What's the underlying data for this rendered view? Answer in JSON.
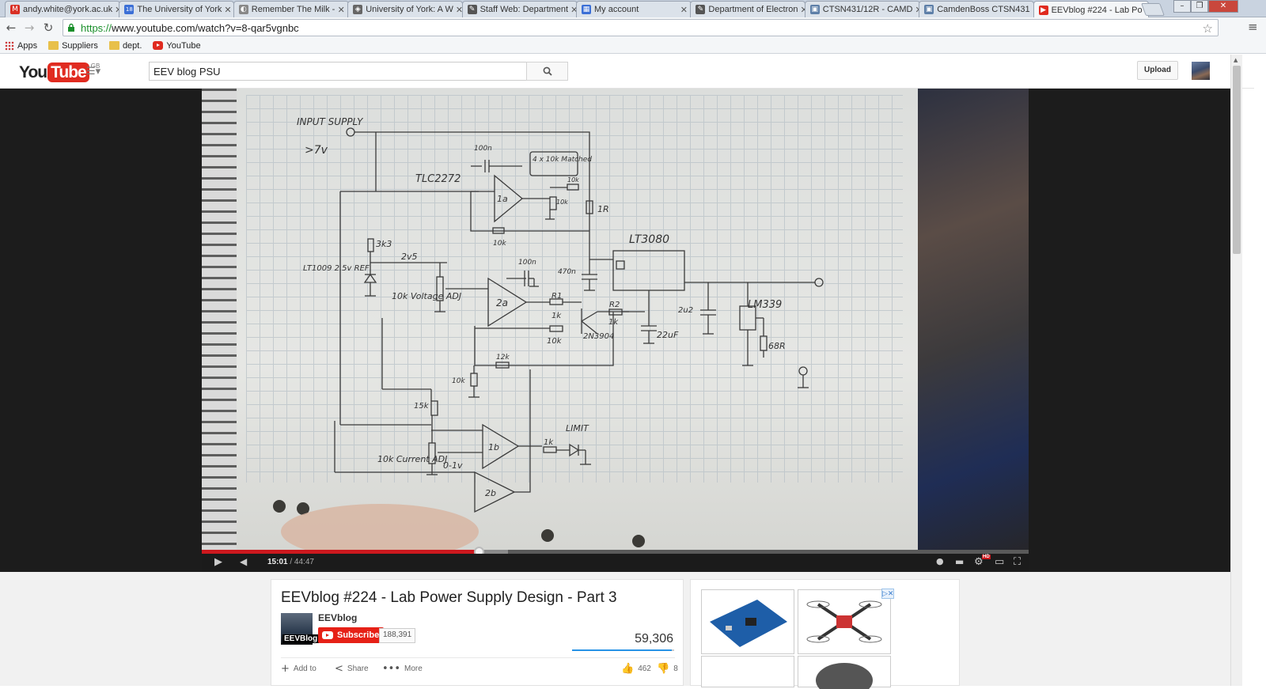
{
  "browser": {
    "tabs": [
      {
        "title": "andy.white@york.ac.uk",
        "icon": "gmail-icon",
        "color": "#d93025"
      },
      {
        "title": "The University of York",
        "icon": "calendar-icon",
        "color": "#3b6fd6"
      },
      {
        "title": "Remember The Milk -",
        "icon": "cow-icon",
        "color": "#888888"
      },
      {
        "title": "University of York: A W",
        "icon": "shield-icon",
        "color": "#666666"
      },
      {
        "title": "Staff Web: Department",
        "icon": "pen-icon",
        "color": "#555555"
      },
      {
        "title": "My account",
        "icon": "grid-icon",
        "color": "#3b6fd6"
      },
      {
        "title": "Department of Electron",
        "icon": "pen-icon",
        "color": "#555555"
      },
      {
        "title": "CTSN431/12R - CAMD",
        "icon": "box-icon",
        "color": "#5d7fa8"
      },
      {
        "title": "CamdenBoss CTSN431",
        "icon": "box-icon",
        "color": "#5d7fa8"
      },
      {
        "title": "EEVblog #224 - Lab Po",
        "icon": "youtube-icon",
        "color": "#e02b20"
      }
    ],
    "active_tab_index": 9,
    "url_scheme": "https://",
    "url_rest": "www.youtube.com/watch?v=8-qar5vgnbc",
    "bookmarks": [
      {
        "label": "Apps",
        "icon": "apps-icon"
      },
      {
        "label": "Suppliers",
        "icon": "folder-icon"
      },
      {
        "label": "dept.",
        "icon": "folder-icon"
      },
      {
        "label": "YouTube",
        "icon": "youtube-icon"
      }
    ]
  },
  "youtube": {
    "logo_you": "You",
    "logo_tube": "Tube",
    "logo_region": "GB",
    "search_value": "EEV blog PSU",
    "upload_label": "Upload"
  },
  "player": {
    "current_time": "15:01",
    "duration": "44:47",
    "played_fraction": 0.335,
    "buffered_fraction": 0.37,
    "hd_badge": "HD",
    "schematic_labels": {
      "input_supply": "INPUT SUPPLY",
      "input_v": ">7v",
      "opamp": "TLC2272",
      "matched": "4 x 10k Matched",
      "reg": "LT3080",
      "comparator": "LM339",
      "ref": "LT1009 2.5v REF",
      "voltage_adj": "10k Voltage ADJ",
      "current_adj": "10k Current ADJ",
      "range": "0-1v",
      "transistor": "2N3904",
      "limit": "LIMIT",
      "r_3k3": "3k3",
      "r_2v5": "2v5",
      "c_100n_a": "100n",
      "c_100n_b": "100n",
      "c_470n": "470n",
      "c_2u2": "2u2",
      "c_22uf": "22uF",
      "r_1r": "1R",
      "r_68r": "68R",
      "r_12k": "12k",
      "r_15k": "15k",
      "r_1k_a": "1k",
      "r_1k_b": "1k",
      "r_1k_c": "1k",
      "r_10k_a": "10k",
      "r_10k_b": "10k",
      "r_10k_c": "10k",
      "r_10k_d": "10k",
      "r_10k_e": "10k",
      "u1a": "1a",
      "u2a": "2a",
      "u1b": "1b",
      "u2b": "2b",
      "r1": "R1",
      "r2": "R2"
    }
  },
  "watch": {
    "title": "EEVblog #224 - Lab Power Supply Design - Part 3",
    "channel": "EEVblog",
    "channel_thumb_text": "EEVBlog",
    "subscribe_label": "Subscribe",
    "subscriber_count": "188,391",
    "views": "59,306",
    "likes": "462",
    "dislikes": "8",
    "like_fraction": 0.98,
    "add_to_label": "Add to",
    "share_label": "Share",
    "more_label": "More"
  }
}
